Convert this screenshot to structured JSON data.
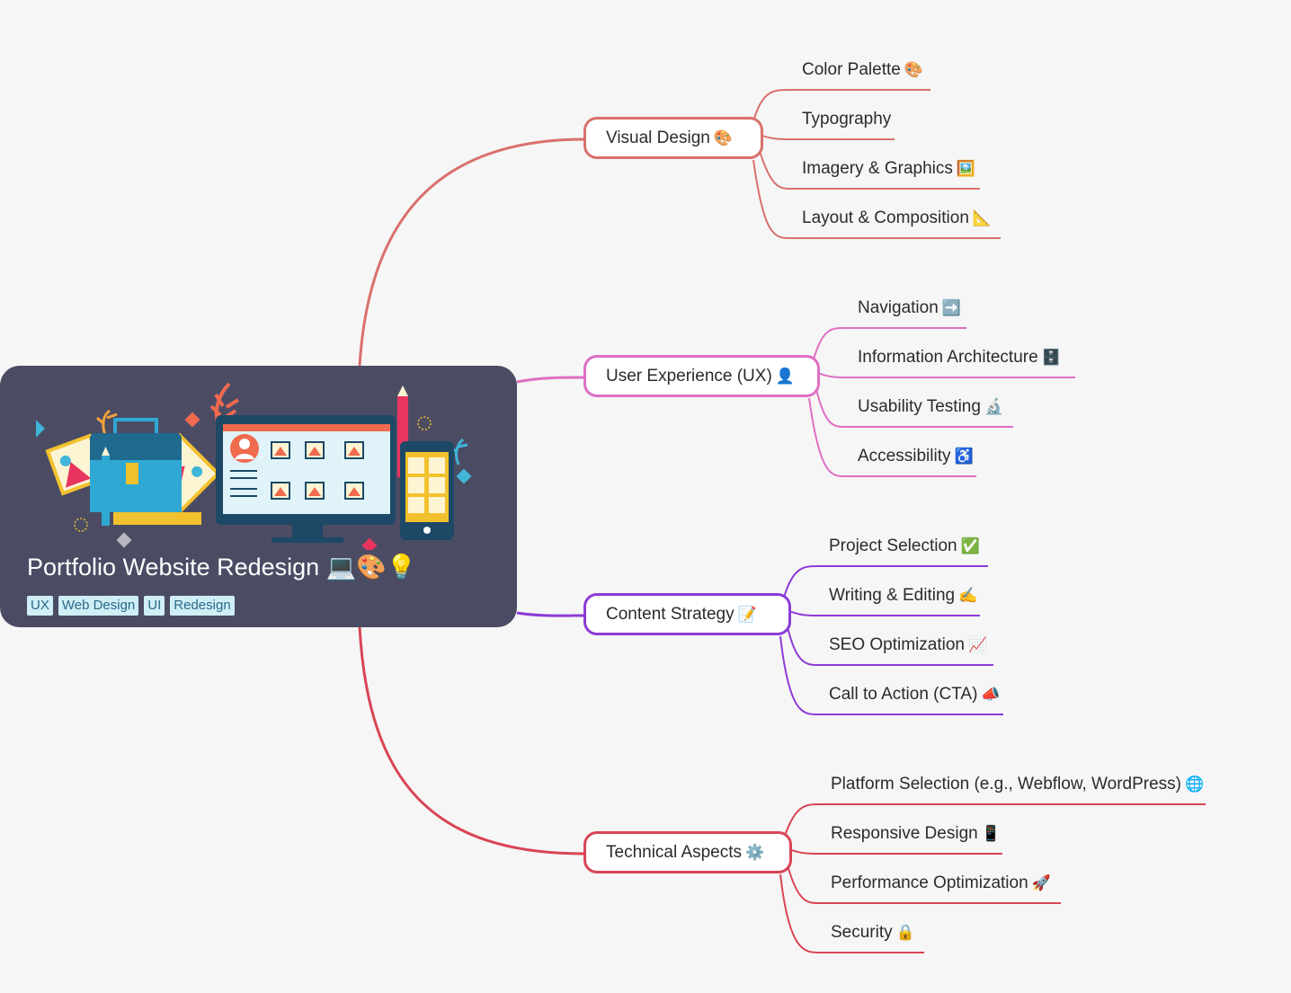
{
  "root": {
    "title": "Portfolio Website Redesign 💻🎨💡",
    "tags": [
      "UX",
      "Web Design",
      "UI",
      "Redesign"
    ]
  },
  "colors": {
    "root_bg": "#4b4c64",
    "branch_visual": "#d9706d",
    "branch_ux": "#de6fc4",
    "branch_content": "#8d3bd6",
    "branch_technical": "#d94555"
  },
  "branches": [
    {
      "label": "Visual Design",
      "icon": "🎨",
      "children": [
        {
          "label": "Color Palette",
          "icon": "🎨"
        },
        {
          "label": "Typography",
          "icon": ""
        },
        {
          "label": "Imagery & Graphics",
          "icon": "🖼️"
        },
        {
          "label": "Layout & Composition",
          "icon": "📐"
        }
      ]
    },
    {
      "label": "User Experience (UX)",
      "icon": "👤",
      "children": [
        {
          "label": "Navigation",
          "icon": "➡️"
        },
        {
          "label": "Information Architecture",
          "icon": "🗄️"
        },
        {
          "label": "Usability Testing",
          "icon": "🔬"
        },
        {
          "label": "Accessibility",
          "icon": "♿"
        }
      ]
    },
    {
      "label": "Content Strategy",
      "icon": "📝",
      "children": [
        {
          "label": "Project Selection",
          "icon": "✅"
        },
        {
          "label": "Writing & Editing",
          "icon": "✍️"
        },
        {
          "label": "SEO Optimization",
          "icon": "📈"
        },
        {
          "label": "Call to Action (CTA)",
          "icon": "📣"
        }
      ]
    },
    {
      "label": "Technical Aspects",
      "icon": "⚙️",
      "children": [
        {
          "label": "Platform Selection (e.g., Webflow, WordPress)",
          "icon": "🌐"
        },
        {
          "label": "Responsive Design",
          "icon": "📱"
        },
        {
          "label": "Performance Optimization",
          "icon": "🚀"
        },
        {
          "label": "Security",
          "icon": "🔒"
        }
      ]
    }
  ]
}
